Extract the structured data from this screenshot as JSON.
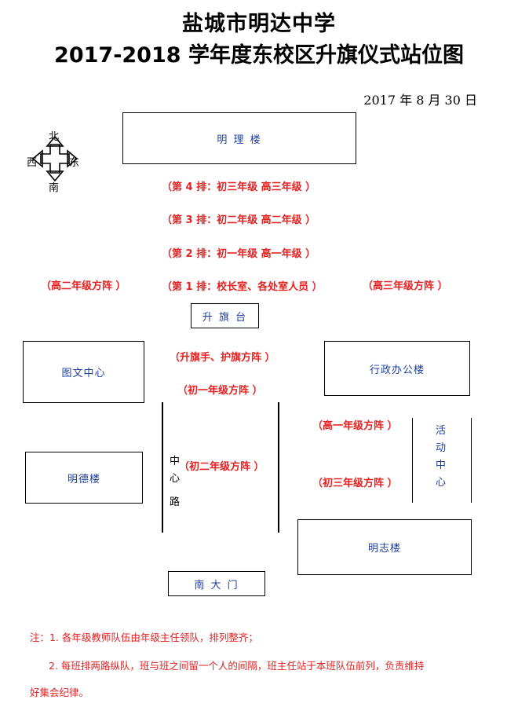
{
  "header": {
    "title_line1": "盐城市明达中学",
    "title_line2": "2017-2018 学年度东校区升旗仪式站位图",
    "date": "2017 年 8 月 30 日"
  },
  "compass": {
    "north": "北",
    "south": "南",
    "west": "西",
    "east": "东"
  },
  "buildings": {
    "mingli": "明 理 楼",
    "shengqitai": "升 旗 台",
    "tuwen": "图文中心",
    "xingzheng": "行政办公楼",
    "mingde": "明德楼",
    "huodong": [
      "活",
      "动",
      "中",
      "心"
    ],
    "mingzhi": "明志楼",
    "south_gate": "南 大 门",
    "center_road": [
      "中",
      "心",
      "路"
    ]
  },
  "formations": {
    "row4": "（第 4 排：初三年级    高三年级 ）",
    "row3": "（第 3 排：初二年级    高二年级 ）",
    "row2": "（第 2 排：初一年级    高一年级 ）",
    "row1": "（第 1 排：校长室、各处室人员 ）",
    "senior2": "（高二年级方阵 ）",
    "senior3": "（高三年级方阵 ）",
    "flag_guard": "（升旗手、护旗方阵 ）",
    "junior1": "（初一年级方阵 ）",
    "senior1": "（高一年级方阵 ）",
    "junior2": "（初二年级方阵 ）",
    "junior3": "（初三年级方阵 ）"
  },
  "notes": {
    "line1": "注：1. 各年级教师队伍由年级主任领队，排列整齐；",
    "line2": "2. 每班排两路纵队，班与班之间留一个人的间隔，班主任站于本班队伍前列，负责维持",
    "line3": "好集会纪律。"
  }
}
